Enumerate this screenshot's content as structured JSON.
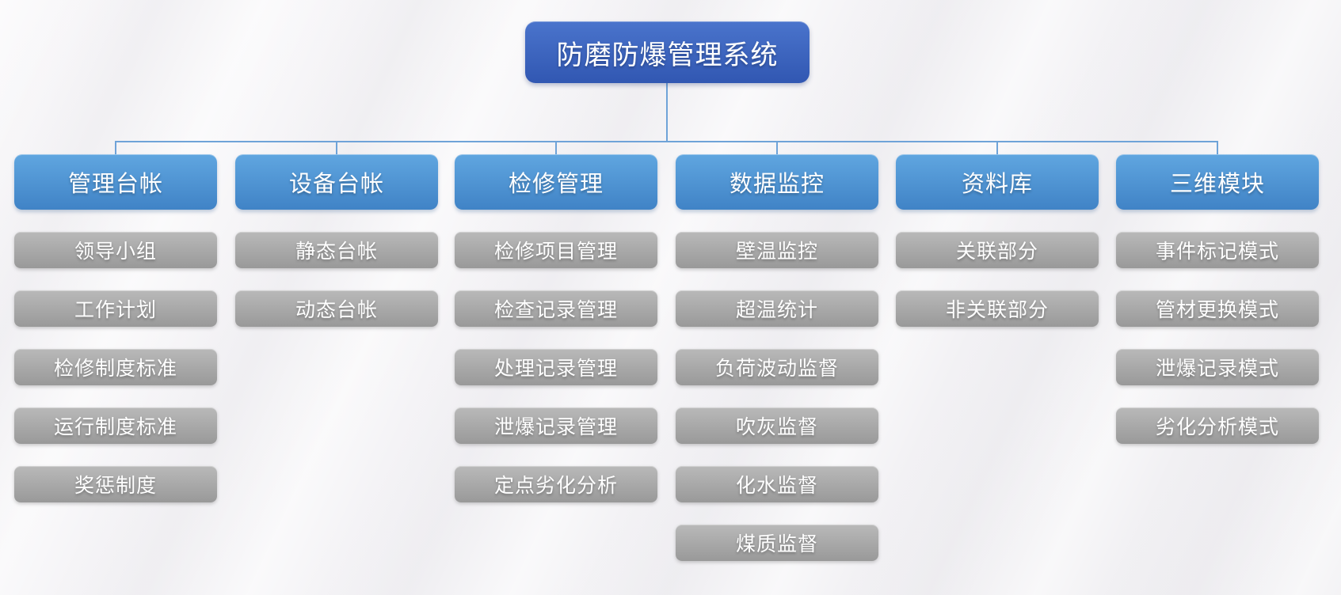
{
  "root": {
    "label": "防磨防爆管理系统"
  },
  "branches": [
    {
      "label": "管理台帐",
      "children": [
        "领导小组",
        "工作计划",
        "检修制度标准",
        "运行制度标准",
        "奖惩制度"
      ]
    },
    {
      "label": "设备台帐",
      "children": [
        "静态台帐",
        "动态台帐"
      ]
    },
    {
      "label": "检修管理",
      "children": [
        "检修项目管理",
        "检查记录管理",
        "处理记录管理",
        "泄爆记录管理",
        "定点劣化分析"
      ]
    },
    {
      "label": "数据监控",
      "children": [
        "壁温监控",
        "超温统计",
        "负荷波动监督",
        "吹灰监督",
        "化水监督",
        "煤质监督"
      ]
    },
    {
      "label": "资料库",
      "children": [
        "关联部分",
        "非关联部分"
      ]
    },
    {
      "label": "三维模块",
      "children": [
        "事件标记模式",
        "管材更换模式",
        "泄爆记录模式",
        "劣化分析模式"
      ]
    }
  ],
  "colors": {
    "root-top": "#4a74cc",
    "root-bottom": "#3157b2",
    "branch-top": "#60a6e0",
    "branch-bottom": "#4083c6",
    "leaf-top": "#b9b9b9",
    "leaf-bottom": "#999999",
    "connector": "#6fa3d8",
    "text": "#ffffff",
    "background": "#f4f3f6"
  }
}
